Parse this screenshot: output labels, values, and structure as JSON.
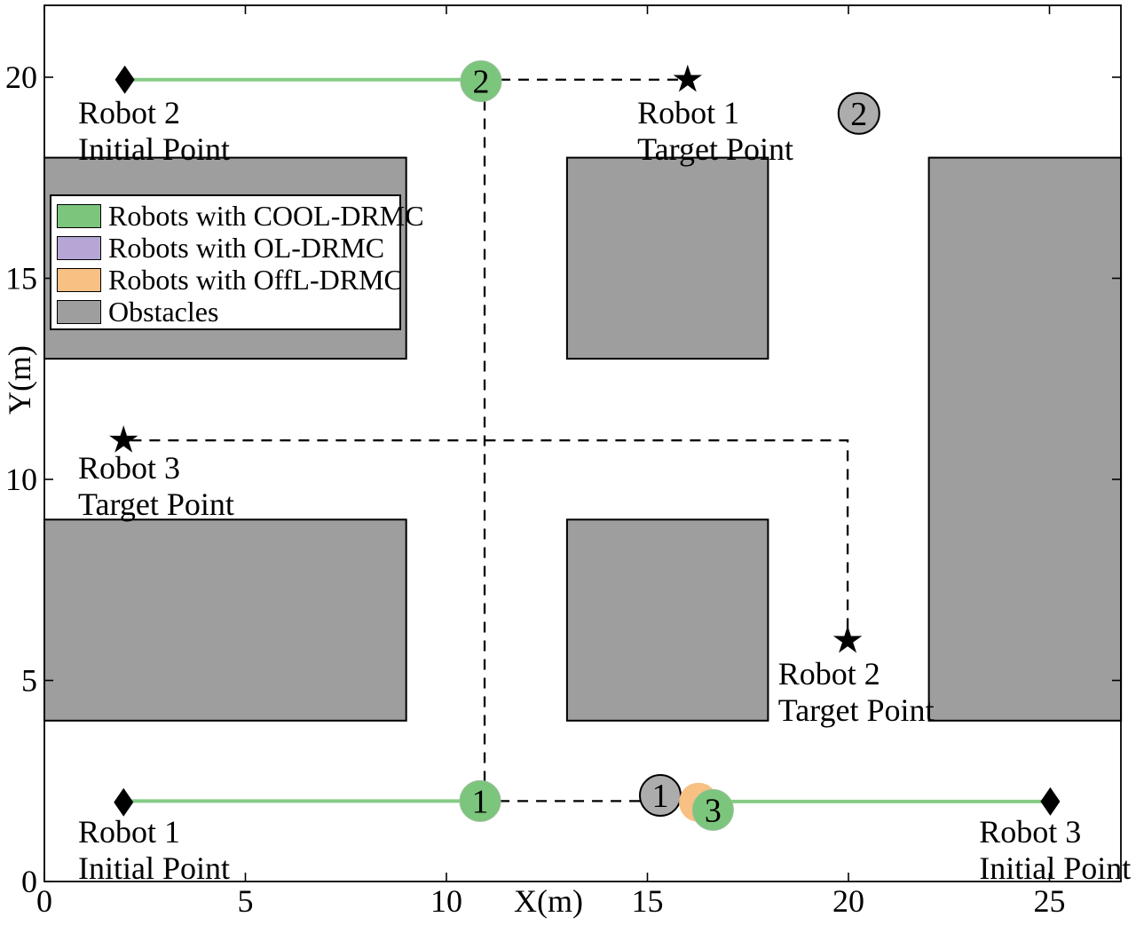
{
  "axes": {
    "xlabel": "X(m)",
    "ylabel": "Y(m)",
    "x_ticks": [
      0,
      5,
      10,
      15,
      20,
      25
    ],
    "y_ticks": [
      0,
      5,
      10,
      15,
      20
    ],
    "x_range": [
      0,
      26.8
    ],
    "y_range": [
      0,
      21.8
    ]
  },
  "legend": {
    "entries": [
      {
        "label": "Robots with COOL-DRMC",
        "color": "#7CC57C"
      },
      {
        "label": "Robots with OL-DRMC",
        "color": "#B5A6D6"
      },
      {
        "label": "Robots with OffL-DRMC",
        "color": "#F8C083"
      },
      {
        "label": "Obstacles",
        "color": "#9E9E9E"
      }
    ]
  },
  "colors": {
    "background": "#FFFFFF",
    "axis": "#000000",
    "obstacle": "#9E9E9E",
    "obstacle_circle": "#ACACAC",
    "green_robot": "#7CC57C",
    "green_line": "#85CB85",
    "purple_robot": "#B5A6D6",
    "orange_robot": "#F8C083",
    "dashed_path": "#000000",
    "marker_black": "#000000"
  },
  "chart_data": {
    "type": "scatter",
    "title": "",
    "xlabel": "X(m)",
    "ylabel": "Y(m)",
    "xlim": [
      0,
      26.8
    ],
    "ylim": [
      0,
      21.8
    ],
    "grid": false,
    "legend_position": "upper-left",
    "obstacles": [
      {
        "x": 0,
        "y": 4,
        "w": 9,
        "h": 5
      },
      {
        "x": 0,
        "y": 13,
        "w": 9,
        "h": 5
      },
      {
        "x": 13,
        "y": 4,
        "w": 5,
        "h": 5
      },
      {
        "x": 13,
        "y": 13,
        "w": 5,
        "h": 5
      },
      {
        "x": 22,
        "y": 4,
        "w": 4.78,
        "h": 14
      }
    ],
    "traveled_paths_green": [
      {
        "robot": "2",
        "points": [
          [
            2.0,
            19.94
          ],
          [
            10.86,
            19.94
          ]
        ]
      },
      {
        "robot": "1",
        "points": [
          [
            2.0,
            2.0
          ],
          [
            10.84,
            2.0
          ]
        ]
      },
      {
        "robot": "3",
        "points": [
          [
            16.63,
            1.99
          ],
          [
            25.02,
            1.99
          ]
        ]
      }
    ],
    "planned_paths_dashed": [
      {
        "points": [
          [
            10.86,
            19.94
          ],
          [
            15.95,
            19.94
          ]
        ]
      },
      {
        "points": [
          [
            10.95,
            19.9
          ],
          [
            10.95,
            2.0
          ]
        ]
      },
      {
        "points": [
          [
            10.84,
            2.0
          ],
          [
            15.3,
            2.0
          ]
        ]
      },
      {
        "points": [
          [
            2.15,
            10.97
          ],
          [
            19.98,
            10.97
          ],
          [
            19.98,
            6.25
          ]
        ]
      }
    ],
    "initial_points_diamonds": [
      {
        "robot": "2",
        "x": 2.0,
        "y": 19.94
      },
      {
        "robot": "1",
        "x": 1.97,
        "y": 1.97
      },
      {
        "robot": "3",
        "x": 25.02,
        "y": 1.99
      }
    ],
    "target_points_stars": [
      {
        "robot": "1",
        "x": 16.0,
        "y": 19.94
      },
      {
        "robot": "3",
        "x": 1.97,
        "y": 10.97
      },
      {
        "robot": "2",
        "x": 19.98,
        "y": 5.99
      }
    ],
    "robots_cool_drmc": [
      {
        "label": "1",
        "x": 10.84,
        "y": 2.0
      },
      {
        "label": "2",
        "x": 10.86,
        "y": 19.9
      },
      {
        "label": "3",
        "x": 16.63,
        "y": 1.78
      }
    ],
    "robots_offl_drmc": [
      {
        "label": "3",
        "x": 16.27,
        "y": 1.97
      }
    ],
    "dynamic_obstacle_circles": [
      {
        "label": "1",
        "x": 15.32,
        "y": 2.14
      },
      {
        "label": "2",
        "x": 20.26,
        "y": 19.1
      }
    ],
    "annotations": [
      {
        "name": "robot-2-initial-point",
        "lines": [
          "Robot 2",
          "Initial Point"
        ],
        "x": 0.84,
        "y": 19.55
      },
      {
        "name": "robot-1-target-point",
        "lines": [
          "Robot 1",
          "Target Point"
        ],
        "x": 14.75,
        "y": 19.55
      },
      {
        "name": "robot-3-target-point",
        "lines": [
          "Robot 3",
          "Target Point"
        ],
        "x": 0.84,
        "y": 10.73
      },
      {
        "name": "robot-2-target-point",
        "lines": [
          "Robot 2",
          "Target Point"
        ],
        "x": 18.25,
        "y": 5.6
      },
      {
        "name": "robot-1-initial-point",
        "lines": [
          "Robot 1",
          "Initial Point"
        ],
        "x": 0.84,
        "y": 1.68
      },
      {
        "name": "robot-3-initial-point",
        "lines": [
          "Robot 3",
          "Initial Point"
        ],
        "x": 23.25,
        "y": 1.68
      }
    ]
  }
}
